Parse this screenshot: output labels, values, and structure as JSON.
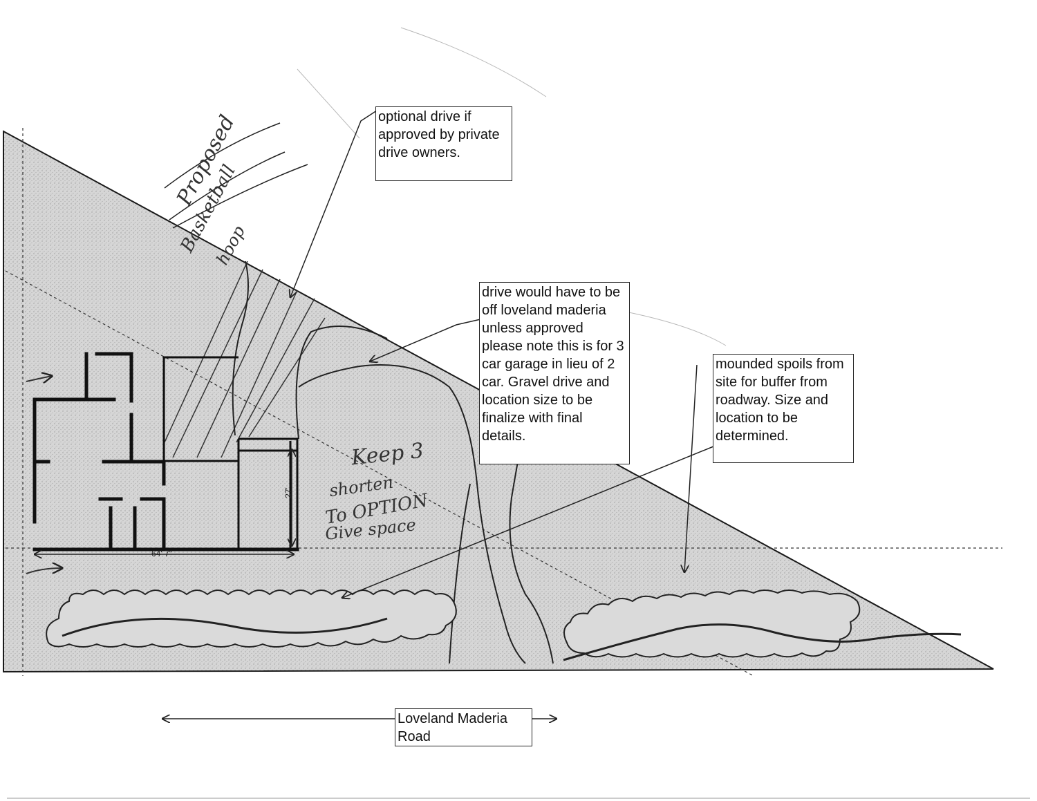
{
  "notes": {
    "optional_drive": "optional drive if approved by private drive owners.",
    "drive_off": "drive would have to be off loveland maderia unless approved please note this is for 3 car garage in lieu of 2 car.  Gravel drive and location size to be finalize with final details.",
    "mounded_spoils": "mounded spoils from site for buffer from roadway.  Size and location to be determined.",
    "road_label": "Loveland Maderia Road"
  },
  "handwriting": {
    "keep": "Keep 3",
    "shorten": "shorten",
    "option": "To  OPTION",
    "give_space": "Give space",
    "struck_1": "Proposed",
    "struck_2": "Basketball",
    "struck_3": "hoop"
  },
  "dimensions": {
    "width": "64' 7\"",
    "depth": "27'"
  },
  "colors": {
    "lot_fill": "#d3d3d3",
    "line": "#1a1a1a",
    "wall": "#111111"
  }
}
